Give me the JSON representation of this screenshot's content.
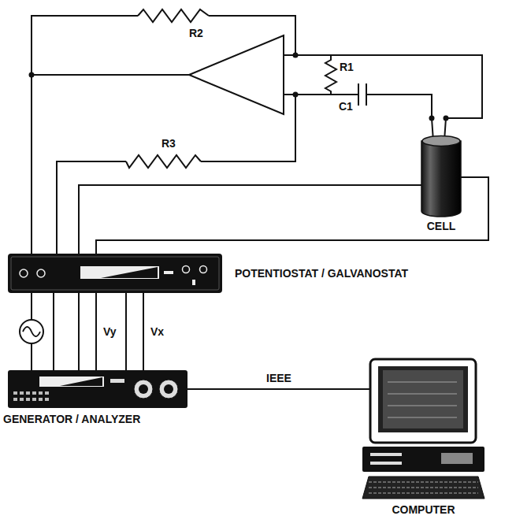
{
  "diagram": {
    "nodes": [
      {
        "text": [
          "CELL"
        ]
      },
      {
        "text": [
          "POTENTIOSTAT / GALVANOSTAT"
        ]
      },
      {
        "text": [
          "GENERATOR / ANALYZER"
        ]
      },
      {
        "text": [
          "COMPUTER"
        ]
      }
    ],
    "edges": [
      {
        "from": 1,
        "to": 0,
        "arrow": "none"
      },
      {
        "from": 1,
        "to": 0,
        "arrow": "none"
      },
      {
        "from": 1,
        "to": 2,
        "arrow": "none"
      },
      {
        "from": 1,
        "to": 2,
        "arrow": "none"
      },
      {
        "from": 1,
        "to": 2,
        "arrow": "none"
      },
      {
        "from": 1,
        "to": 2,
        "arrow": "none"
      },
      {
        "from": 1,
        "to": 2,
        "arrow": "none"
      },
      {
        "from": 1,
        "to": 2,
        "arrow": "none"
      },
      {
        "from": 2,
        "to": 3,
        "label": "IEEE",
        "arrow": "none"
      }
    ],
    "labels": [
      "R2",
      "R1",
      "C1",
      "R3",
      "Vy",
      "Vx"
    ]
  }
}
